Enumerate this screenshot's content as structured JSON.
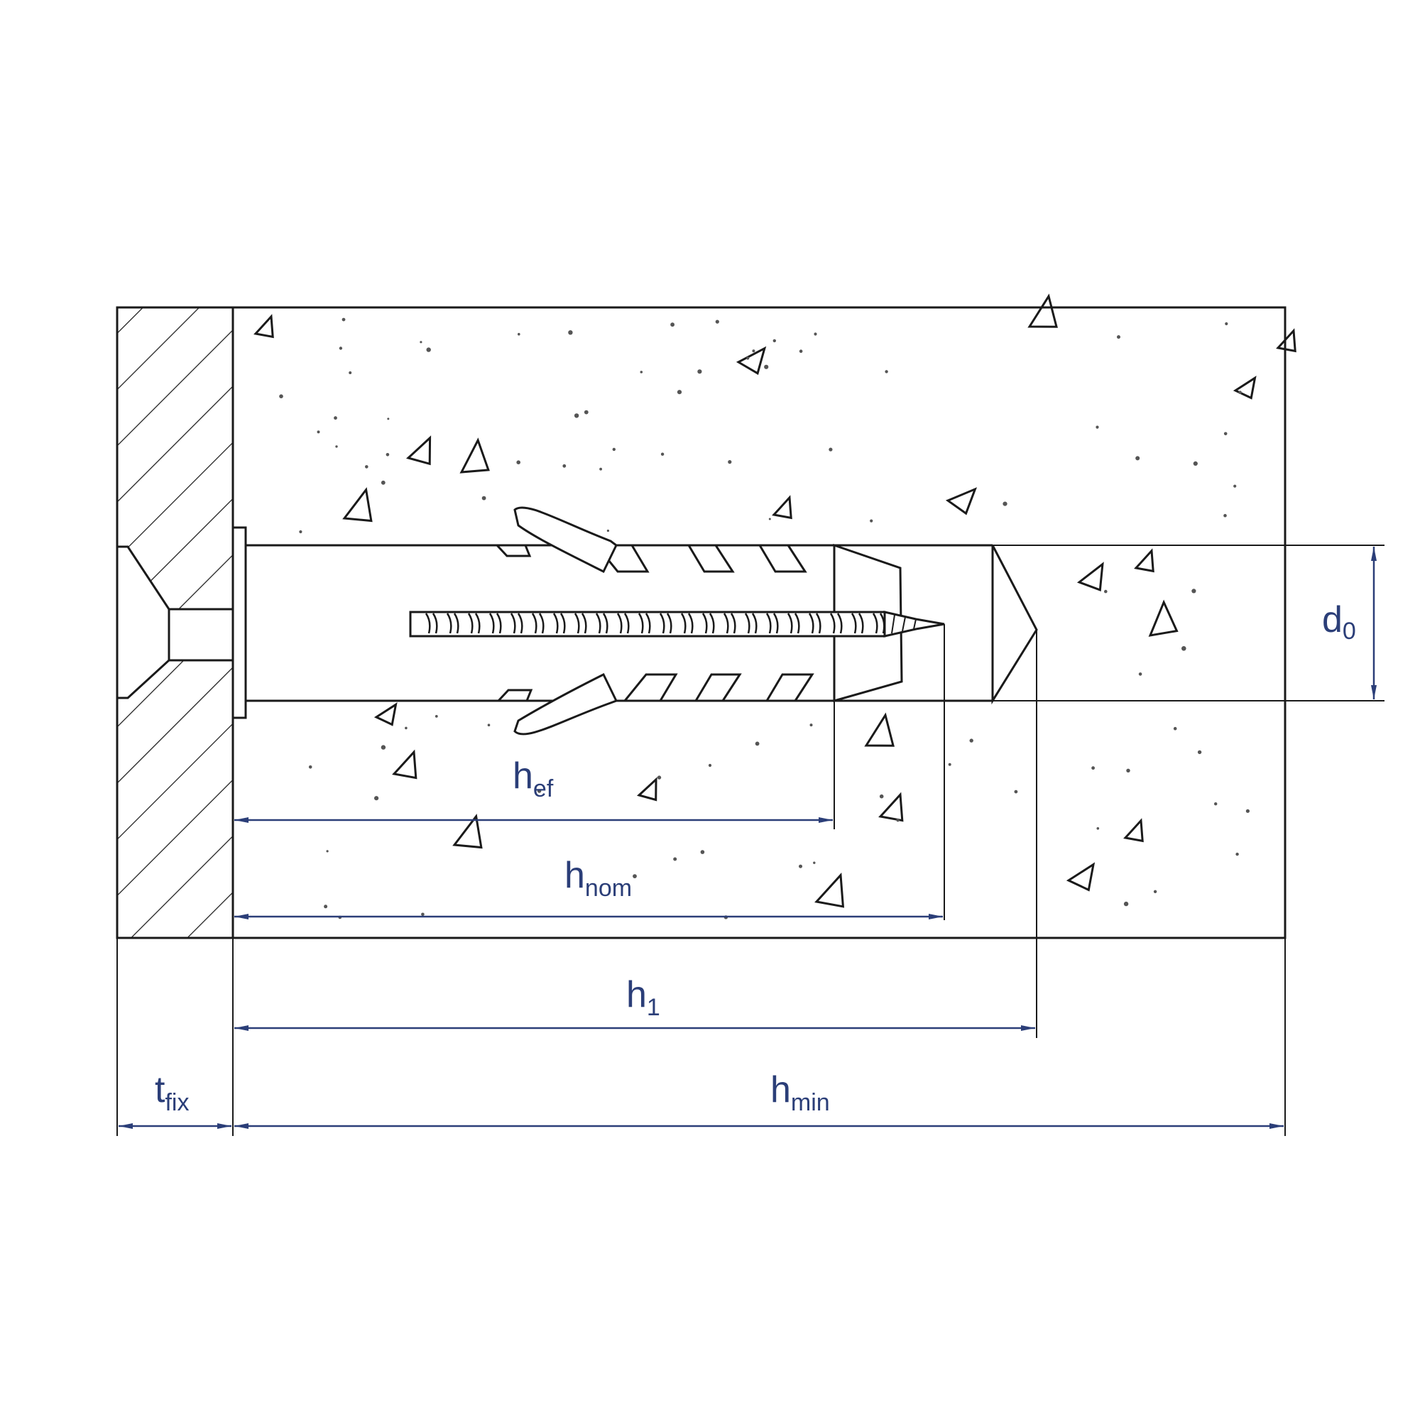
{
  "colors": {
    "line": "#1a1a1a",
    "dimension": "#2b3e78",
    "background": "#ffffff"
  },
  "labels": {
    "d0": {
      "main": "d",
      "sub": "0"
    },
    "h_ef": {
      "main": "h",
      "sub": "ef"
    },
    "h_nom": {
      "main": "h",
      "sub": "nom"
    },
    "h1": {
      "main": "h",
      "sub": "1"
    },
    "t_fix": {
      "main": "t",
      "sub": "fix"
    },
    "h_min": {
      "main": "h",
      "sub": "min"
    }
  }
}
